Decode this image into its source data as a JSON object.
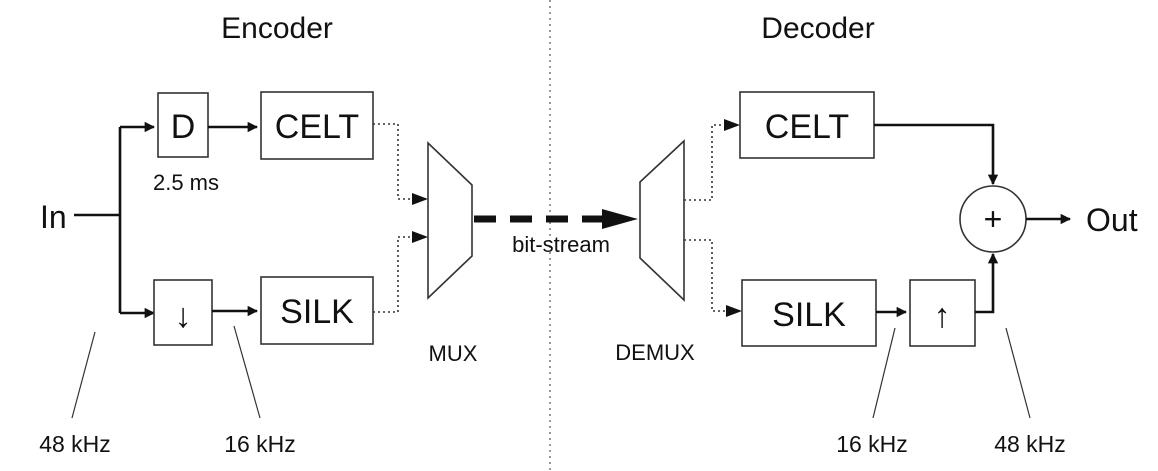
{
  "encoder": {
    "title": "Encoder",
    "input_label": "In",
    "delay_block": "D",
    "delay_note": "2.5 ms",
    "downsample_block": "↓",
    "celt_block": "CELT",
    "silk_block": "SILK",
    "mux_label": "MUX",
    "rate_in": "48 kHz",
    "rate_silk": "16 kHz"
  },
  "link": {
    "label": "bit-stream"
  },
  "decoder": {
    "title": "Decoder",
    "demux_label": "DEMUX",
    "celt_block": "CELT",
    "silk_block": "SILK",
    "upsample_block": "↑",
    "sum_symbol": "+",
    "output_label": "Out",
    "rate_silk": "16 kHz",
    "rate_out": "48 kHz"
  }
}
